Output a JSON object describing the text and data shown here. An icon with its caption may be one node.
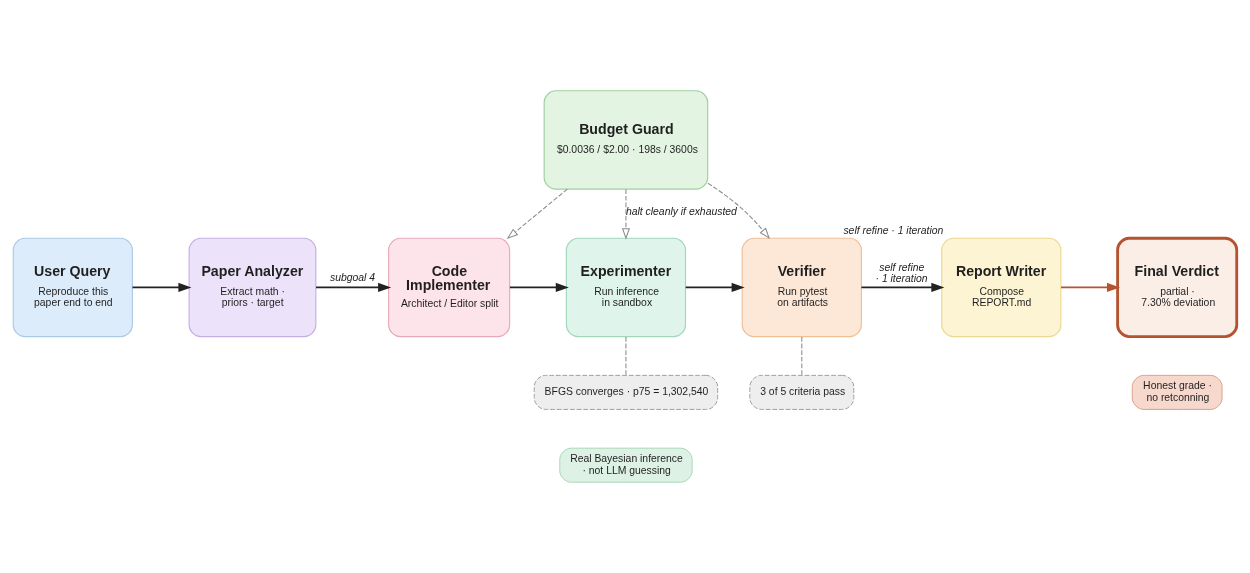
{
  "diagram": {
    "nodes": [
      {
        "text": [
          "Budget Guard",
          "$0.0036 / $2.00 · 198s / 3600s"
        ]
      },
      {
        "text": [
          "User Query",
          "Reproduce this paper end to end"
        ]
      },
      {
        "text": [
          "Paper Analyzer",
          "Extract math · priors · target"
        ]
      },
      {
        "text": [
          "Code Implementer",
          "Architect / Editor split"
        ]
      },
      {
        "text": [
          "Experimenter",
          "Run inference in sandbox"
        ]
      },
      {
        "text": [
          "Verifier",
          "Run pytest on artifacts"
        ]
      },
      {
        "text": [
          "Report Writer",
          "Compose REPORT.md"
        ],
        "beside": [
          "self refine · 1 iteration"
        ]
      },
      {
        "text": [
          "Final Verdict",
          "partial · 7.30% deviation"
        ]
      },
      {
        "text": [
          "BFGS converges · p75 = 1,302,540"
        ]
      },
      {
        "text": [
          "3 of 5 criteria pass"
        ]
      },
      {
        "text": [
          "Honest grade · no retconning"
        ]
      },
      {
        "text": [
          "Real Bayesian inference · not LLM guessing"
        ]
      }
    ],
    "edges": [
      {
        "from": 1,
        "to": 2,
        "arrow": "to"
      },
      {
        "from": 2,
        "to": 3,
        "arrow": "to",
        "label": "subgoal 4"
      },
      {
        "from": 3,
        "to": 4,
        "arrow": "to"
      },
      {
        "from": 4,
        "to": 5,
        "arrow": "to"
      },
      {
        "from": 5,
        "to": 6,
        "arrow": "to",
        "label": "self refine · 1 iteration"
      },
      {
        "from": 6,
        "to": 7,
        "arrow": "to",
        "color": "#b5532f"
      },
      {
        "from": 0,
        "to": 3,
        "arrow": "to",
        "style": "dashed",
        "color": "#8a8a8a"
      },
      {
        "from": 0,
        "to": 4,
        "arrow": "to",
        "style": "dashed",
        "color": "#8a8a8a",
        "label": "halt cleanly if exhausted"
      },
      {
        "from": 0,
        "to": 5,
        "arrow": "to",
        "style": "dashed",
        "color": "#8a8a8a"
      },
      {
        "from": 4,
        "to": 8,
        "arrow": "none",
        "style": "dashed",
        "color": "#8a8a8a"
      },
      {
        "from": 5,
        "to": 9,
        "arrow": "none",
        "style": "dashed",
        "color": "#8a8a8a"
      }
    ]
  }
}
